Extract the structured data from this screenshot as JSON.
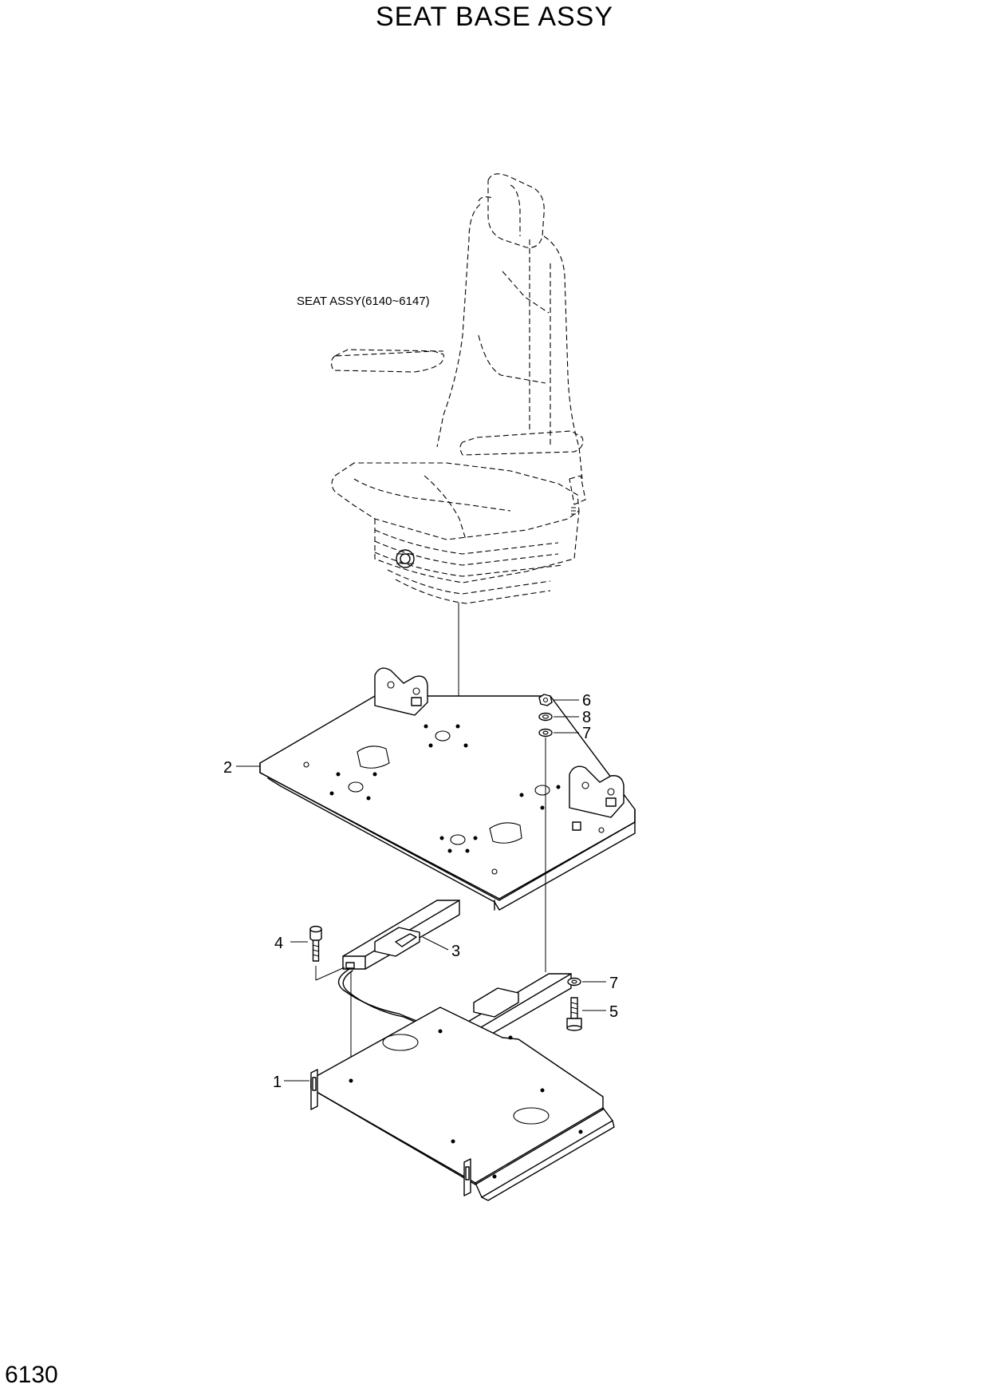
{
  "title": "SEAT BASE ASSY",
  "page_number": "6130",
  "reference_note": "SEAT ASSY(6140~6147)",
  "callouts": [
    {
      "id": "1",
      "label": "1"
    },
    {
      "id": "2",
      "label": "2"
    },
    {
      "id": "3",
      "label": "3"
    },
    {
      "id": "4",
      "label": "4"
    },
    {
      "id": "5",
      "label": "5"
    },
    {
      "id": "6",
      "label": "6"
    },
    {
      "id": "7a",
      "label": "7"
    },
    {
      "id": "7b",
      "label": "7"
    },
    {
      "id": "8",
      "label": "8"
    }
  ]
}
